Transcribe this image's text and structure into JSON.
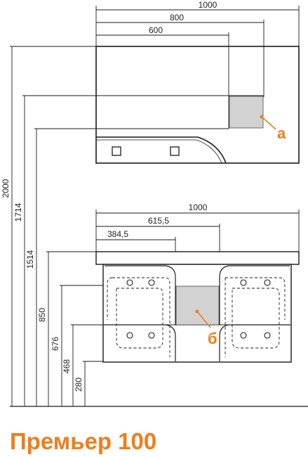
{
  "title": "Премьер 100",
  "colors": {
    "accent": "#f07d1a",
    "line": "#1a1a1a",
    "shelf_fill": "#d2d2d2"
  },
  "top_view": {
    "dimensions": [
      "1000",
      "800",
      "600"
    ],
    "callout": "а"
  },
  "bottom_view": {
    "dimensions": [
      "1000",
      "615,5",
      "384,5"
    ],
    "callout": "б"
  },
  "height_dimensions": [
    "2000",
    "1714",
    "1514",
    "850",
    "676",
    "468",
    "280"
  ]
}
